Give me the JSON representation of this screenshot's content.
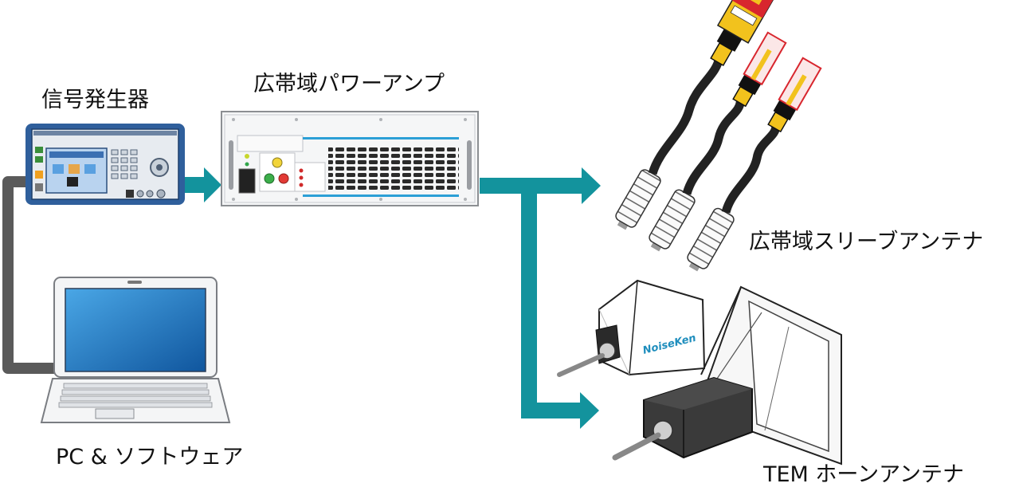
{
  "labels": {
    "signal_generator": "信号発生器",
    "power_amp": "広帯域パワーアンプ",
    "sleeve_antenna": "広帯域スリーブアンテナ",
    "pc_software": "PC & ソフトウェア",
    "tem_horn": "TEM ホーンアンテナ"
  },
  "brand": "NoiseKen",
  "colors": {
    "flow_arrow": "#13939d",
    "cable": "#5a5a5a",
    "generator_blue": "#2f5f9c",
    "amp_accent": "#2b9fd6",
    "probe_yellow": "#f2c21d",
    "probe_red": "#d8262e",
    "horn_box": "#333333",
    "brand_text": "#1f8ebd"
  }
}
